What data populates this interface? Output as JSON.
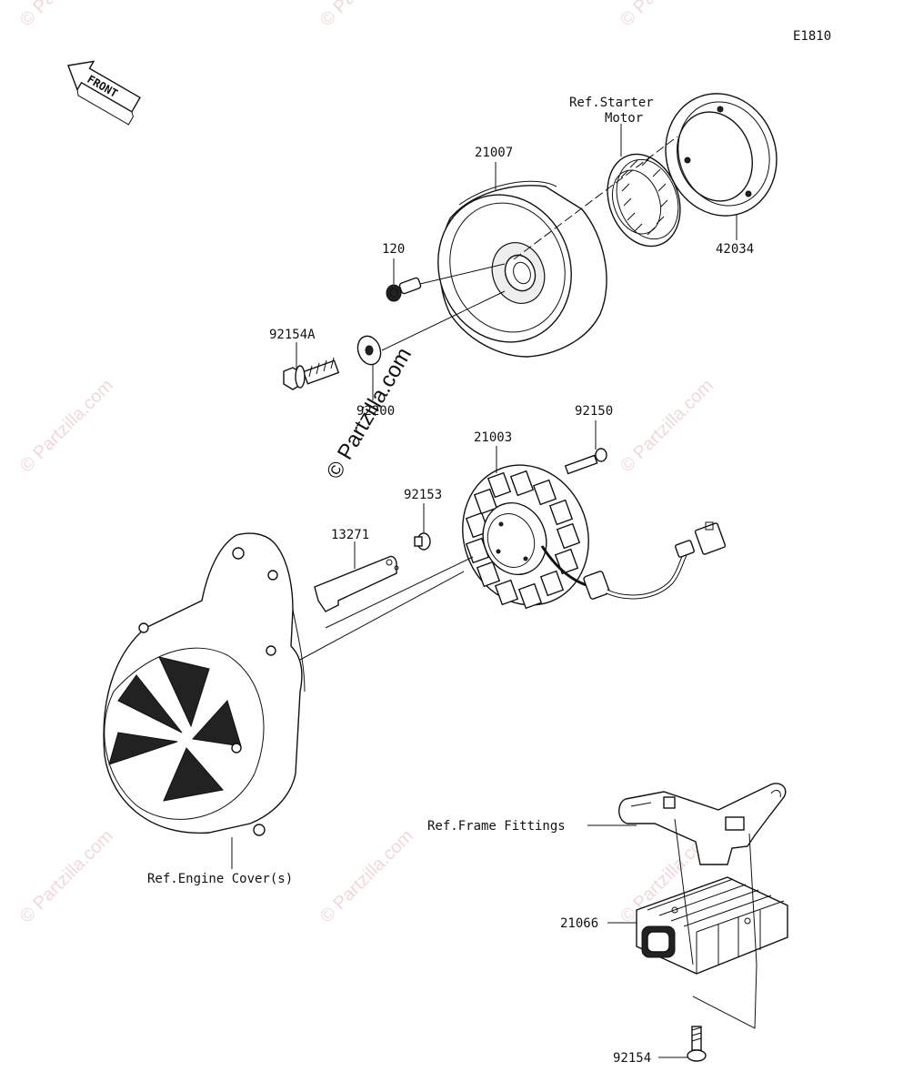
{
  "diagram_code": "E1810",
  "front_arrow": "FRONT",
  "watermark_main": "© Partzilla.com",
  "watermark_repeat": "© Partzilla.com",
  "labels": {
    "p21007": "21007",
    "ref_starter_line1": "Ref.Starter",
    "ref_starter_line2": "Motor",
    "p42034": "42034",
    "p120": "120",
    "p92154A": "92154A",
    "p92200": "92200",
    "p92150": "92150",
    "p21003": "21003",
    "p92153": "92153",
    "p13271": "13271",
    "ref_engine_cover": "Ref.Engine Cover(s)",
    "ref_frame": "Ref.Frame Fittings",
    "p21066": "21066",
    "p92154": "92154"
  }
}
